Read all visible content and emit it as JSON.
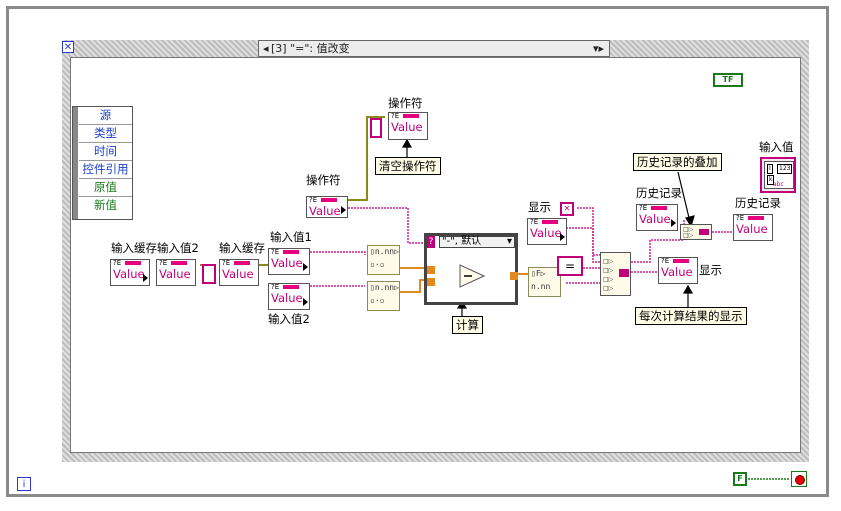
{
  "case_selector": {
    "label": "[3] \"=\": 值改变"
  },
  "cluster": {
    "items": [
      "源",
      "类型",
      "时间",
      "控件引用",
      "原值",
      "新值"
    ]
  },
  "labels": {
    "operator_top": "操作符",
    "operator_mid": "操作符",
    "input_cache_1": "输入缓存",
    "input_value_2_top": "输入值2",
    "input_cache_2": "输入缓存",
    "input_value_1": "输入值1",
    "input_value_2": "输入值2",
    "display_top": "显示",
    "history_1": "历史记录",
    "history_2": "历史记录",
    "input_value_right": "输入值",
    "display_right": "显示"
  },
  "node_value": "Value",
  "inner_case": {
    "label": "\"-\", 默认"
  },
  "notes": {
    "clear_operator": "清空操作符",
    "calculate": "计算",
    "history_append": "历史记录的叠加",
    "each_result": "每次计算结果的显示"
  },
  "constants": {
    "tf": "TF",
    "false": "F",
    "equal_sign": "="
  },
  "icons": {
    "case_box_icon": "close-box-icon",
    "loop_iteration": "i",
    "stop_icon": "stop-icon",
    "arrow": "arrow-up-icon"
  },
  "colors": {
    "wire_pink": "#d0208a",
    "wire_orange": "#e08a20",
    "wire_olive": "#8a8a1a",
    "bool_green": "#1a7a1a",
    "text_blue": "#1a3ec8"
  }
}
